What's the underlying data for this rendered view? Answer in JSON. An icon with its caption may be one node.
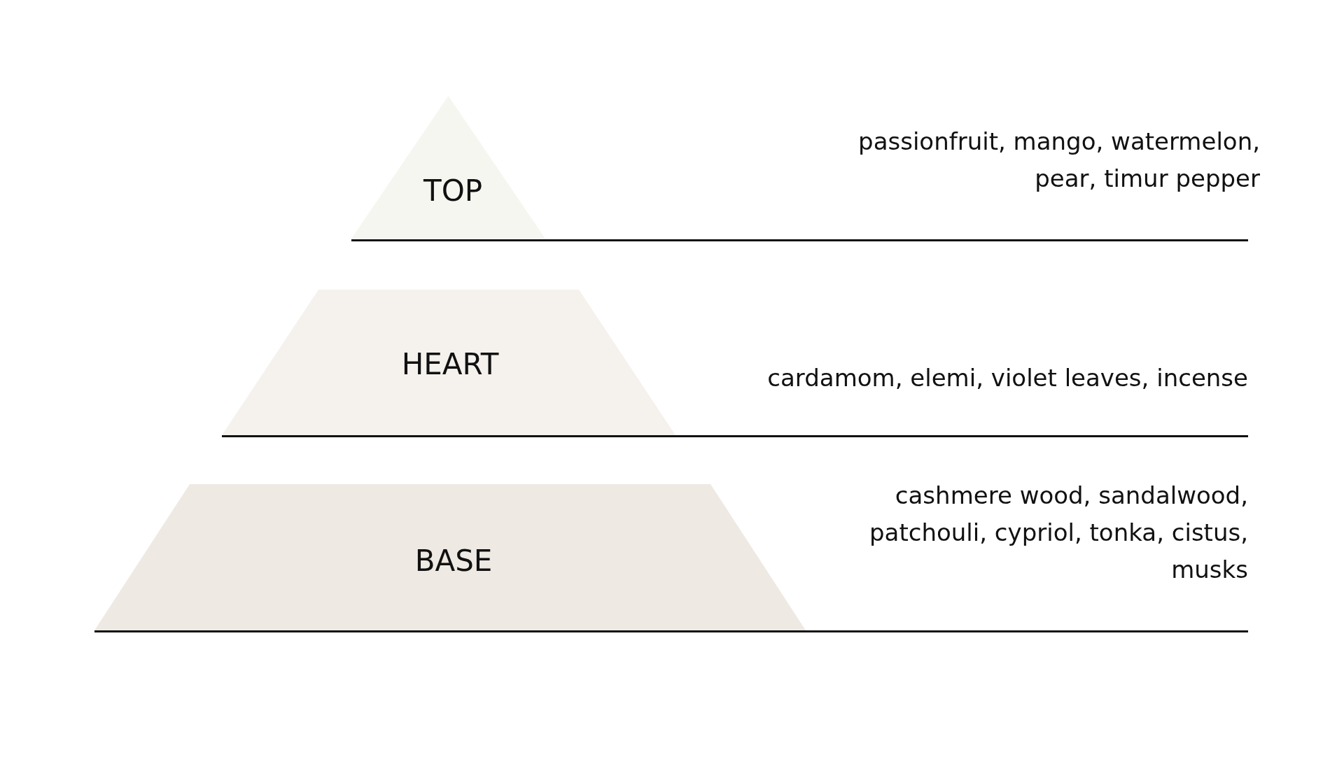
{
  "diagram": {
    "nodes": [
      {
        "text": [
          "TOP"
        ]
      },
      {
        "text": [
          "HEART"
        ]
      },
      {
        "text": [
          "BASE"
        ]
      }
    ],
    "edges": [],
    "labels": [
      "passionfruit, mango, watermelon, pear, timur pepper",
      "cardamom, elemi, violet leaves, incense",
      "cashmere wood, sandalwood, patchouli, cypriol, tonka, cistus, musks"
    ]
  }
}
